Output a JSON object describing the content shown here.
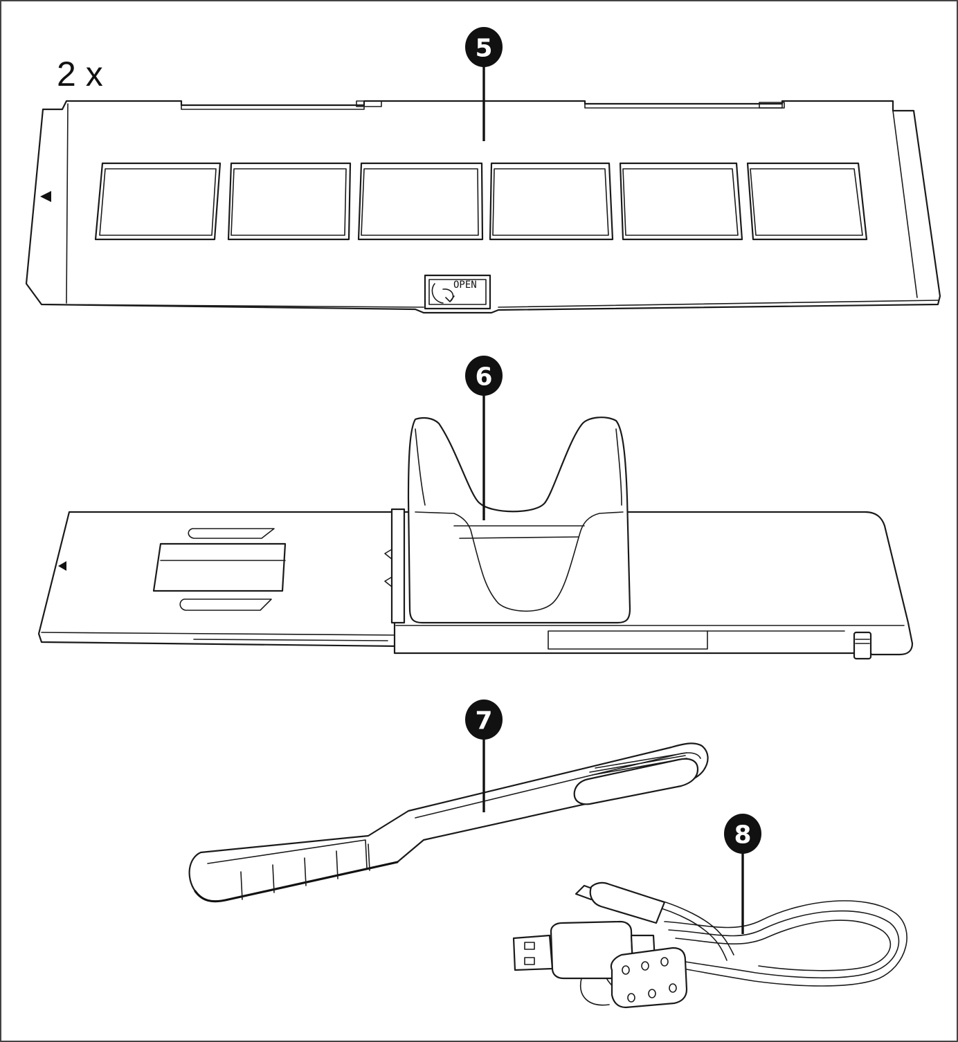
{
  "quantity_label": "2 x",
  "callouts": [
    {
      "id": "5",
      "number": "5"
    },
    {
      "id": "6",
      "number": "6"
    },
    {
      "id": "7",
      "number": "7"
    },
    {
      "id": "8",
      "number": "8"
    }
  ],
  "film_holder": {
    "tab_label": "OPEN",
    "frames": 6
  },
  "colors": {
    "ink": "#111111",
    "paper": "#ffffff",
    "frame": "#444444"
  }
}
